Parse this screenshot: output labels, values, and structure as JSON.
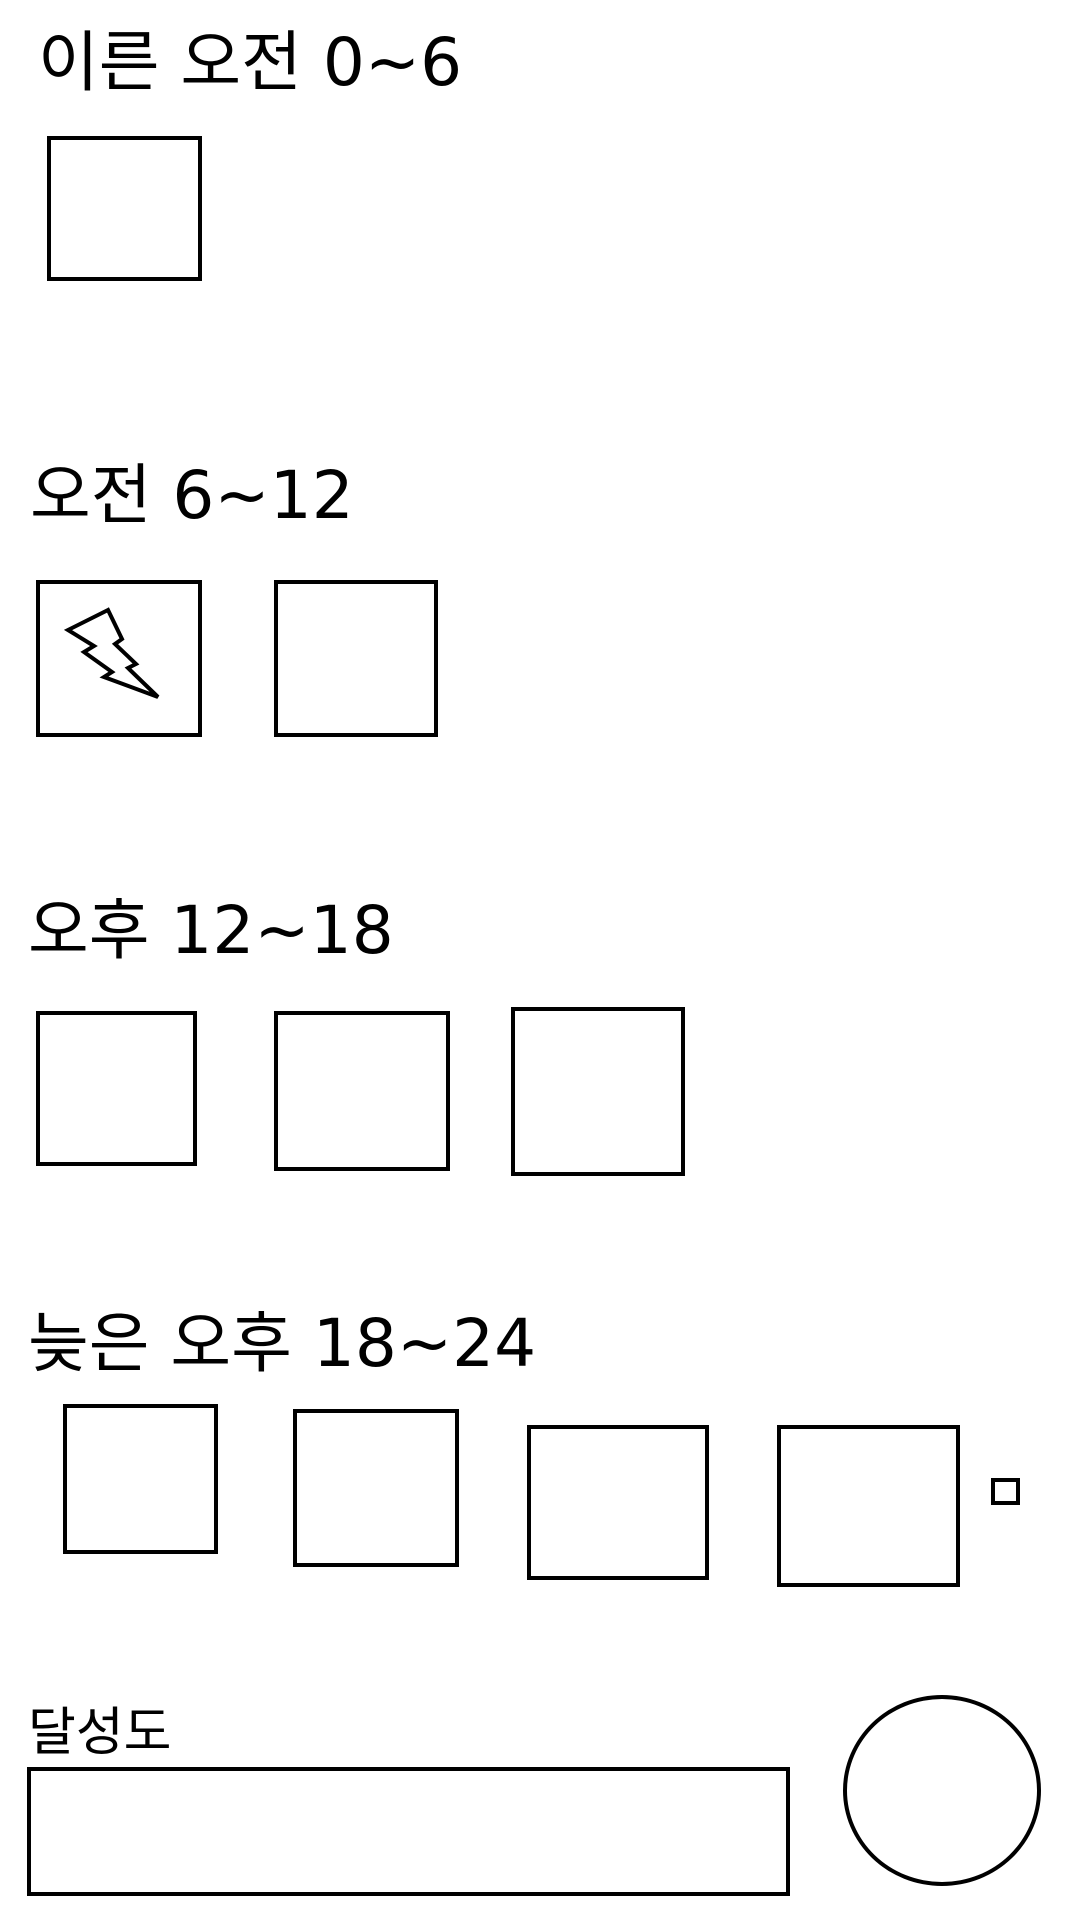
{
  "sections": [
    {
      "label": "이른 오전 0~6"
    },
    {
      "label": "오전 6~12",
      "slot_icons": [
        "lightning-icon"
      ]
    },
    {
      "label": "오후 12~18"
    },
    {
      "label": "늦은 오후 18~24"
    }
  ],
  "achievement": {
    "label": "달성도"
  }
}
